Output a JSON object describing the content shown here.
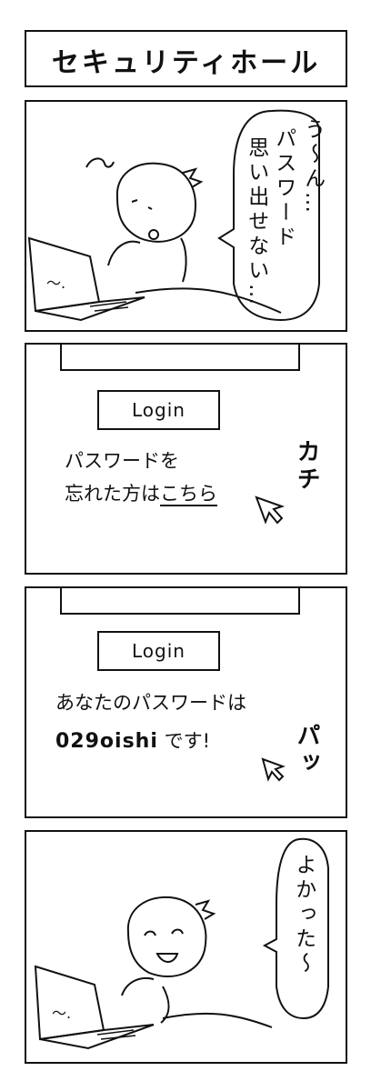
{
  "title": "セキュリティホール",
  "panel1": {
    "speech": "う〜ん… パスワード 思い出せない…",
    "speech_line1": "う〜ん…",
    "speech_line2": "パスワード",
    "speech_line3": "思い出せない…",
    "screen_scribble": "〜."
  },
  "panel2": {
    "login_label": "Login",
    "line1": "パスワードを",
    "line2_prefix": "忘れた方は",
    "link_text": "こちら",
    "sfx": "カチ"
  },
  "panel3": {
    "login_label": "Login",
    "line1": "あなたのパスワードは",
    "password": "029oishi",
    "line2_suffix": "です!",
    "sfx": "パッ"
  },
  "panel4": {
    "speech": "よかった〜",
    "screen_scribble": "〜."
  }
}
